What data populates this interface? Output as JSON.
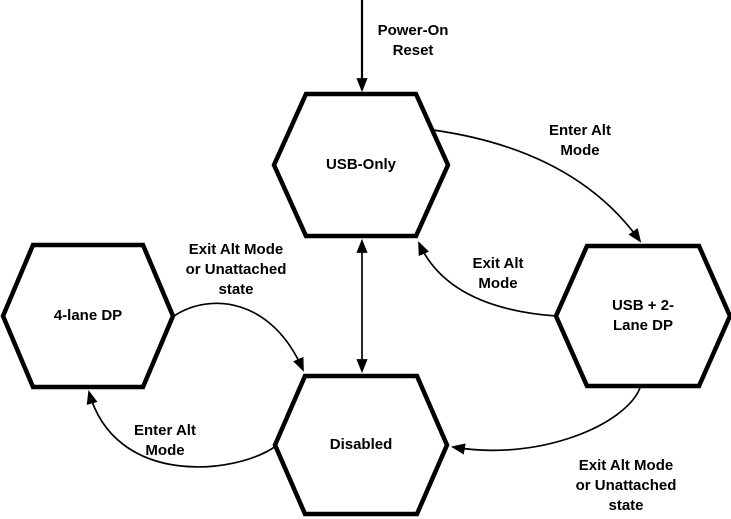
{
  "diagram": {
    "type": "state-machine",
    "background_color": "#ffffff",
    "line_color": "#000000",
    "text_color": "#000000",
    "states": [
      {
        "id": "usb-only",
        "label": "USB-Only",
        "shape": "hexagon"
      },
      {
        "id": "usb-2lane-dp",
        "label": "USB + 2-Lane DP",
        "shape": "hexagon"
      },
      {
        "id": "4-lane-dp",
        "label": "4-lane DP",
        "shape": "hexagon"
      },
      {
        "id": "disabled",
        "label": "Disabled",
        "shape": "hexagon"
      }
    ],
    "transitions": [
      {
        "from": "off-screen-top",
        "to": "usb-only",
        "label": "Power-On Reset"
      },
      {
        "from": "usb-only",
        "to": "usb-2lane-dp",
        "label": "Enter Alt Mode"
      },
      {
        "from": "usb-2lane-dp",
        "to": "usb-only",
        "label": "Exit Alt Mode"
      },
      {
        "from": "4-lane-dp",
        "to": "disabled",
        "label": "Exit Alt Mode or Unattached state"
      },
      {
        "from": "usb-only",
        "to": "disabled",
        "label": "",
        "bidirectional": true
      },
      {
        "from": "disabled",
        "to": "4-lane-dp",
        "label": "Enter Alt Mode"
      },
      {
        "from": "usb-2lane-dp",
        "to": "disabled",
        "label": "Exit Alt Mode or Unattached state"
      }
    ]
  }
}
